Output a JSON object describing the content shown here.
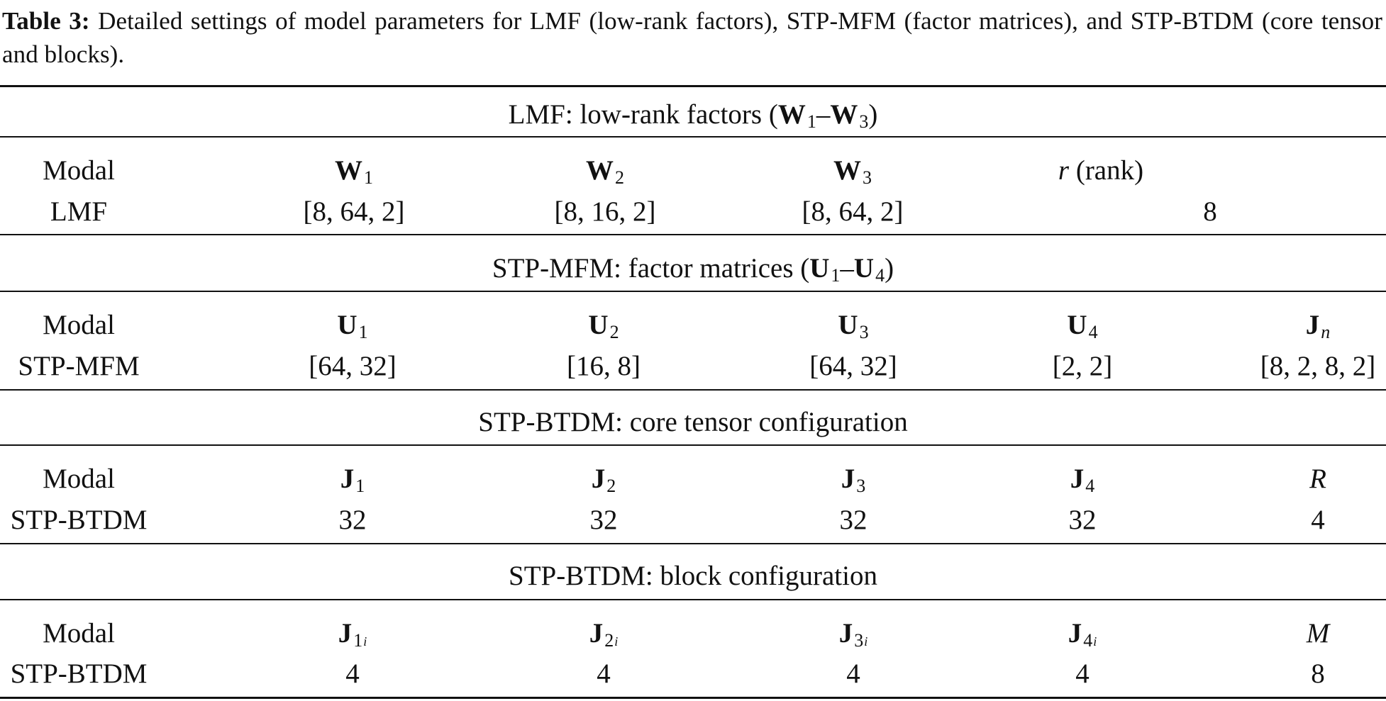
{
  "caption": {
    "label": "Table 3:",
    "text": " Detailed settings of model parameters for LMF (low-rank factors), STP-MFM (factor matrices), and STP-BTDM (core tensor and blocks)."
  },
  "sections": [
    {
      "title_pre": "LMF: low-rank factors (",
      "title_math_a": "W",
      "title_sub_a": "1",
      "title_dash": "–",
      "title_math_b": "W",
      "title_sub_b": "3",
      "title_post": ")",
      "head": {
        "modal": "Modal",
        "c1": "W",
        "c1_sub": "1",
        "c2": "W",
        "c2_sub": "2",
        "c3": "W",
        "c3_sub": "3",
        "c4_var": "r",
        "c4_text": " (rank)"
      },
      "row": {
        "name": "LMF",
        "c1": "[8, 64, 2]",
        "c2": "[8, 16, 2]",
        "c3": "[8, 64, 2]",
        "c4": "8"
      }
    },
    {
      "title_pre": "STP-MFM: factor matrices (",
      "title_math_a": "U",
      "title_sub_a": "1",
      "title_dash": "–",
      "title_math_b": "U",
      "title_sub_b": "4",
      "title_post": ")",
      "head": {
        "modal": "Modal",
        "c1": "U",
        "c1_sub": "1",
        "c2": "U",
        "c2_sub": "2",
        "c3": "U",
        "c3_sub": "3",
        "c4": "U",
        "c4_sub": "4",
        "c5": "J",
        "c5_sub": "n"
      },
      "row": {
        "name": "STP-MFM",
        "c1": "[64, 32]",
        "c2": "[16, 8]",
        "c3": "[64, 32]",
        "c4": "[2, 2]",
        "c5": "[8, 2, 8, 2]"
      }
    },
    {
      "title": "STP-BTDM: core tensor configuration",
      "head": {
        "modal": "Modal",
        "c1": "J",
        "c1_sub": "1",
        "c2": "J",
        "c2_sub": "2",
        "c3": "J",
        "c3_sub": "3",
        "c4": "J",
        "c4_sub": "4",
        "c5": "R"
      },
      "row": {
        "name": "STP-BTDM",
        "c1": "32",
        "c2": "32",
        "c3": "32",
        "c4": "32",
        "c5": "4"
      }
    },
    {
      "title": "STP-BTDM: block configuration",
      "head": {
        "modal": "Modal",
        "c1": "J",
        "c1_sub": "1",
        "c1_subsub": "i",
        "c2": "J",
        "c2_sub": "2",
        "c2_subsub": "i",
        "c3": "J",
        "c3_sub": "3",
        "c3_subsub": "i",
        "c4": "J",
        "c4_sub": "4",
        "c4_subsub": "i",
        "c5": "M"
      },
      "row": {
        "name": "STP-BTDM",
        "c1": "4",
        "c2": "4",
        "c3": "4",
        "c4": "4",
        "c5": "8"
      }
    }
  ]
}
